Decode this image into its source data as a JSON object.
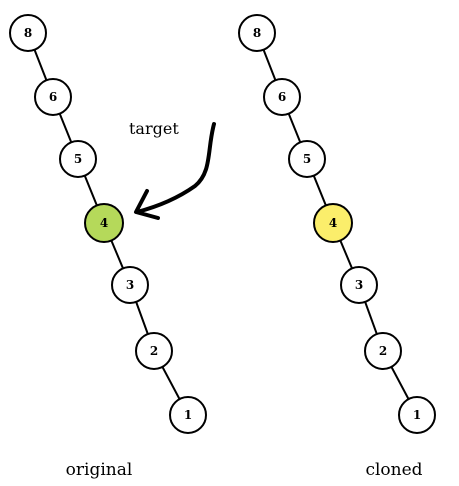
{
  "diagram": {
    "trees": [
      {
        "id": "original",
        "caption": "original",
        "nodes": [
          {
            "label": "8",
            "highlight": false
          },
          {
            "label": "6",
            "highlight": false
          },
          {
            "label": "5",
            "highlight": false
          },
          {
            "label": "4",
            "highlight": true
          },
          {
            "label": "3",
            "highlight": false
          },
          {
            "label": "2",
            "highlight": false
          },
          {
            "label": "1",
            "highlight": false
          }
        ],
        "highlight_color": "#b5d95a"
      },
      {
        "id": "cloned",
        "caption": "cloned",
        "nodes": [
          {
            "label": "8",
            "highlight": false
          },
          {
            "label": "6",
            "highlight": false
          },
          {
            "label": "5",
            "highlight": false
          },
          {
            "label": "4",
            "highlight": true
          },
          {
            "label": "3",
            "highlight": false
          },
          {
            "label": "2",
            "highlight": false
          },
          {
            "label": "1",
            "highlight": false
          }
        ],
        "highlight_color": "#fbee6b"
      }
    ],
    "node_fill": "#ffffff",
    "annotation": {
      "label": "target",
      "points_to": "original node 4"
    }
  }
}
